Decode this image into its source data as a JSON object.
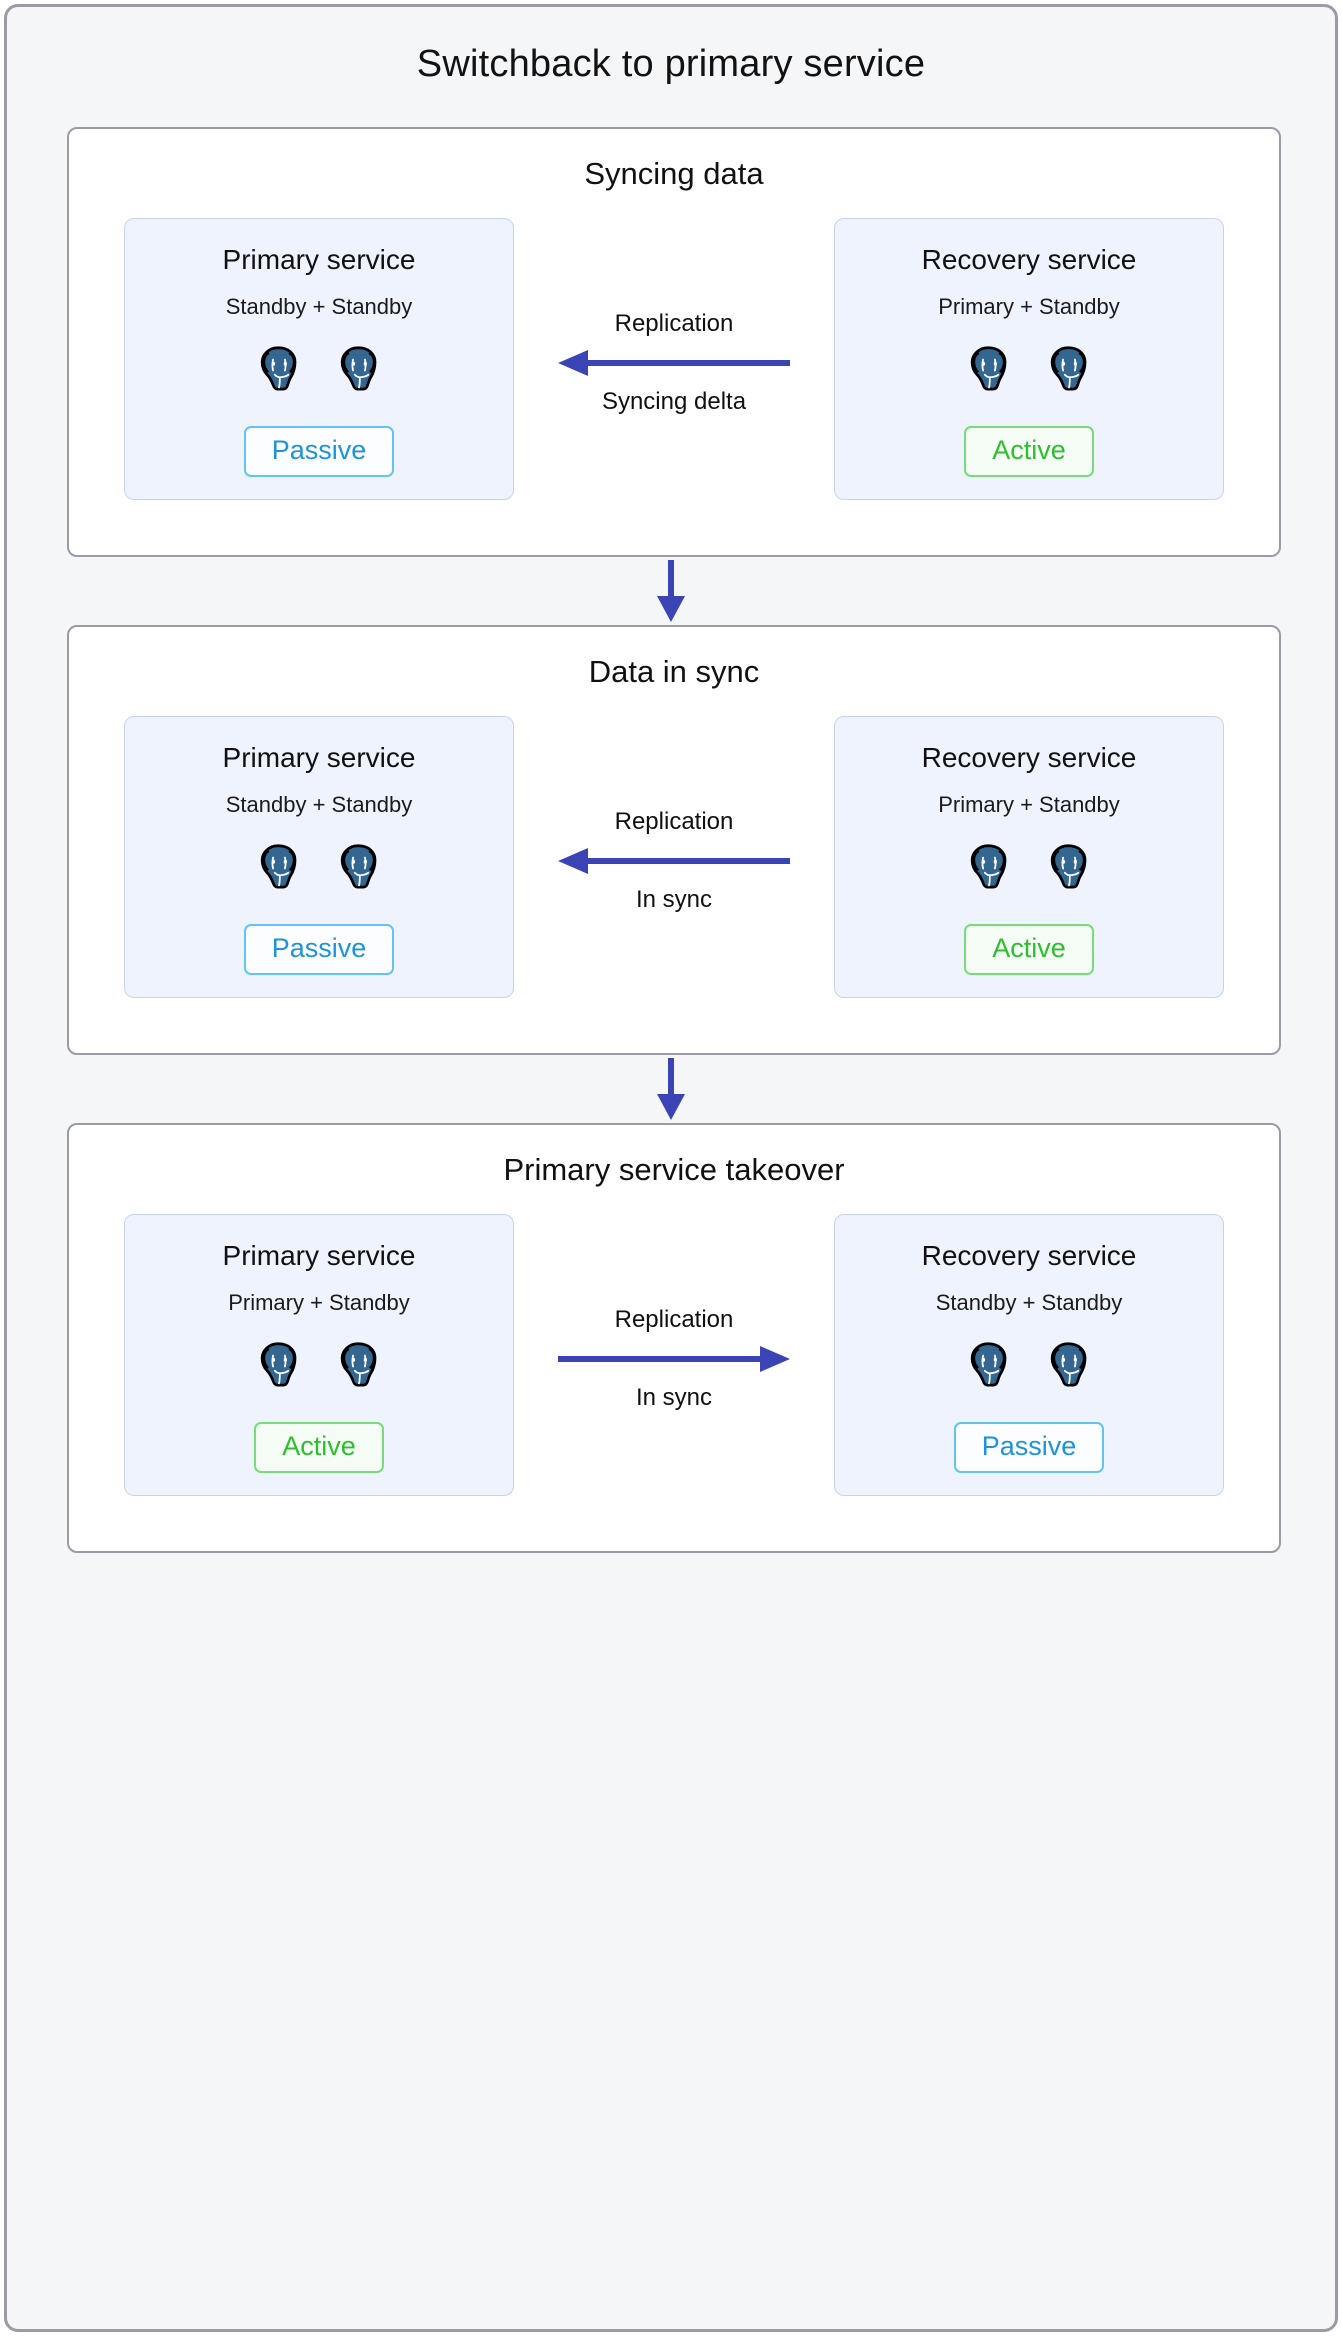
{
  "diagram": {
    "title": "Switchback to primary service",
    "colors": {
      "frame_border": "#9b9ba6",
      "page_background": "#f5f6f8",
      "panel_background": "#ffffff",
      "service_background": "#eff3fd",
      "service_border": "#c5d3f2",
      "arrow_blue": "#3b44b5",
      "active_green": "#2dbf2d",
      "passive_blue": "#1d93d9",
      "postgres_elephant": "#336791"
    },
    "stages": [
      {
        "title": "Syncing data",
        "left": {
          "name": "Primary service",
          "roles": "Standby + Standby",
          "nodes": 2,
          "node_icon": "postgres-elephant-icon",
          "badge": "Passive",
          "badge_state": "passive"
        },
        "connector": {
          "label_top": "Replication",
          "label_bottom": "Syncing delta",
          "direction": "left",
          "icon": "left-arrow-icon"
        },
        "right": {
          "name": "Recovery service",
          "roles": "Primary + Standby",
          "nodes": 2,
          "node_icon": "postgres-elephant-icon",
          "badge": "Active",
          "badge_state": "active"
        }
      },
      {
        "title": "Data in sync",
        "left": {
          "name": "Primary service",
          "roles": "Standby + Standby",
          "nodes": 2,
          "node_icon": "postgres-elephant-icon",
          "badge": "Passive",
          "badge_state": "passive"
        },
        "connector": {
          "label_top": "Replication",
          "label_bottom": "In sync",
          "direction": "left",
          "icon": "left-arrow-icon"
        },
        "right": {
          "name": "Recovery service",
          "roles": "Primary + Standby",
          "nodes": 2,
          "node_icon": "postgres-elephant-icon",
          "badge": "Active",
          "badge_state": "active"
        }
      },
      {
        "title": "Primary service takeover",
        "left": {
          "name": "Primary service",
          "roles": "Primary + Standby",
          "nodes": 2,
          "node_icon": "postgres-elephant-icon",
          "badge": "Active",
          "badge_state": "active"
        },
        "connector": {
          "label_top": "Replication",
          "label_bottom": "In sync",
          "direction": "right",
          "icon": "right-arrow-icon"
        },
        "right": {
          "name": "Recovery service",
          "roles": "Standby + Standby",
          "nodes": 2,
          "node_icon": "postgres-elephant-icon",
          "badge": "Passive",
          "badge_state": "passive"
        }
      }
    ],
    "stage_transitions": [
      {
        "icon": "down-arrow-icon",
        "from": "Syncing data",
        "to": "Data in sync"
      },
      {
        "icon": "down-arrow-icon",
        "from": "Data in sync",
        "to": "Primary service takeover"
      }
    ]
  }
}
